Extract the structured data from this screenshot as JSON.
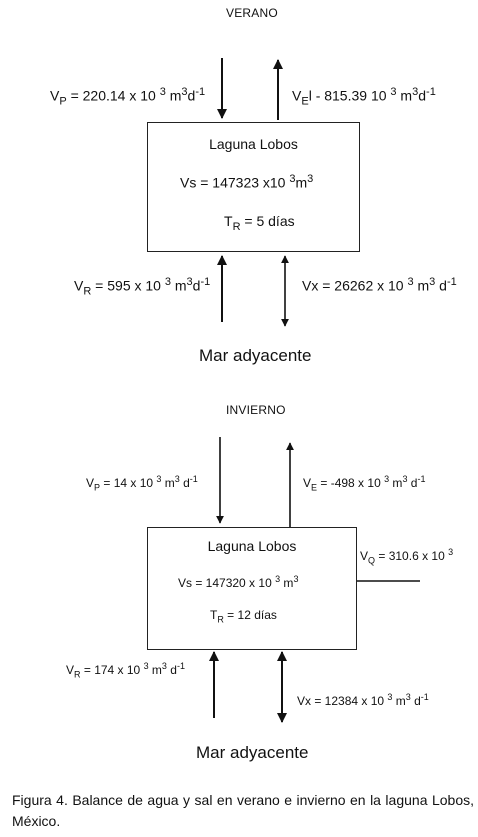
{
  "verano": {
    "title": "VERANO",
    "lagoon_name": "Laguna Lobos",
    "volume": {
      "prefix": "Vs = 147323 x10 ",
      "exp1": "3",
      "unit": "m",
      "exp2": "3"
    },
    "residence": {
      "var": "T",
      "sub": "R",
      "value": " = 5 días"
    },
    "vp": {
      "var": "V",
      "sub": "P",
      "value": " = 220.14 x 10 ",
      "exp1": "3",
      "unit": " m",
      "exp2": "3",
      "unit2": "d",
      "exp3": "-1"
    },
    "ve": {
      "var": "V",
      "sub": "E",
      "value": "l - 815.39 10 ",
      "exp1": "3",
      "unit": " m",
      "exp2": "3",
      "unit2": "d",
      "exp3": "-1"
    },
    "vr": {
      "var": "V",
      "sub": "R",
      "value": " = 595 x 10 ",
      "exp1": "3",
      "unit": " m",
      "exp2": "3",
      "unit2": "d",
      "exp3": "-1"
    },
    "vx": {
      "value": "Vx = 26262 x 10 ",
      "exp1": "3",
      "unit": " m",
      "exp2": "3",
      "unit2": " d",
      "exp3": "-1"
    },
    "sea_label": "Mar adyacente"
  },
  "invierno": {
    "title": "INVIERNO",
    "lagoon_name": "Laguna Lobos",
    "volume": {
      "prefix": "Vs = 147320 x 10 ",
      "exp1": "3",
      "unit": " m",
      "exp2": "3"
    },
    "residence": {
      "var": "T",
      "sub": "R",
      "value": " = 12 días"
    },
    "vp": {
      "var": "V",
      "sub": "P",
      "value": " = 14 x 10 ",
      "exp1": "3",
      "unit": " m",
      "exp2": "3",
      "unit2": " d",
      "exp3": "-1"
    },
    "ve": {
      "var": "V",
      "sub": "E",
      "value": " = -498 x 10 ",
      "exp1": "3",
      "unit": " m",
      "exp2": "3",
      "unit2": " d",
      "exp3": "-1"
    },
    "vq": {
      "var": "V",
      "sub": "Q",
      "value": " = 310.6 x 10 ",
      "exp1": "3"
    },
    "vr": {
      "var": "V",
      "sub": "R",
      "value": " = 174 x 10 ",
      "exp1": "3",
      "unit": " m",
      "exp2": "3",
      "unit2": " d",
      "exp3": "-1"
    },
    "vx": {
      "value": "Vx = 12384 x 10 ",
      "exp1": "3",
      "unit": " m",
      "exp2": "3",
      "unit2": " d",
      "exp3": "-1"
    },
    "sea_label": "Mar adyacente"
  },
  "caption": "Figura 4. Balance de agua y sal en verano e invierno en la laguna Lobos, México."
}
